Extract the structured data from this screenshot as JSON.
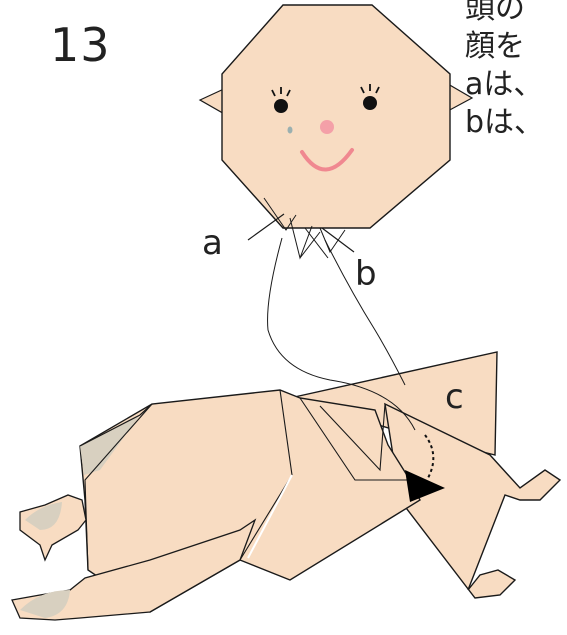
{
  "step_number": "13",
  "instructions": [
    "頭の",
    "顔を",
    "aは、",
    "bは、"
  ],
  "labels": {
    "a": "a",
    "b": "b",
    "c": "c"
  },
  "colors": {
    "paper": "#F8DCC2",
    "paper_shadow": "#D8D0C0",
    "outline": "#1a1a1a",
    "eyes": "#111111",
    "nose": "#F4A0A8",
    "mouth": "#F08890",
    "tear": "#9BB0B0",
    "arrow": "#000000"
  }
}
